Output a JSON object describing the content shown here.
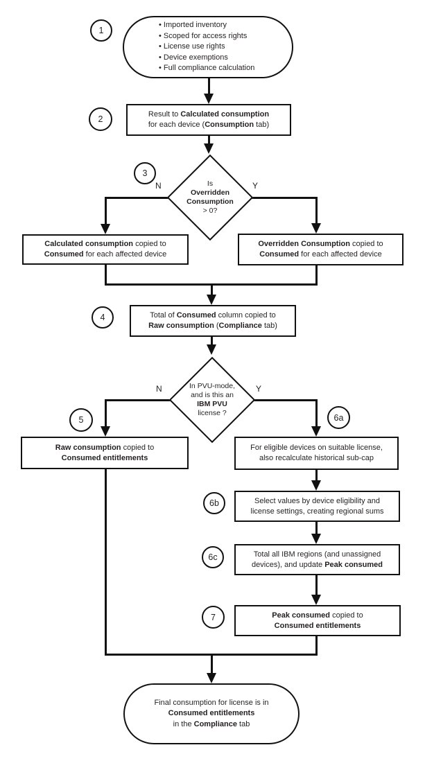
{
  "colors": {
    "line": "#111111",
    "text": "#231f20",
    "background": "#ffffff"
  },
  "labels": {
    "no": "N",
    "yes": "Y"
  },
  "nodes": {
    "start": {
      "step": "1",
      "lines": [
        [
          {
            "t": "• Imported inventory",
            "b": 0
          }
        ],
        [
          {
            "t": "• Scoped for access rights",
            "b": 0
          }
        ],
        [
          {
            "t": "• License use rights",
            "b": 0
          }
        ],
        [
          {
            "t": "• Device exemptions",
            "b": 0
          }
        ],
        [
          {
            "t": "• Full compliance calculation",
            "b": 0
          }
        ]
      ]
    },
    "result": {
      "step": "2",
      "lines": [
        [
          {
            "t": "Result to ",
            "b": 0
          },
          {
            "t": "Calculated consumption",
            "b": 1
          }
        ],
        [
          {
            "t": "for each device (",
            "b": 0
          },
          {
            "t": "Consumption",
            "b": 1
          },
          {
            "t": " tab)",
            "b": 0
          }
        ]
      ]
    },
    "decision1": {
      "step": "3",
      "lines": [
        [
          {
            "t": "Is",
            "b": 0
          }
        ],
        [
          {
            "t": "Overridden",
            "b": 1
          }
        ],
        [
          {
            "t": "Consumption",
            "b": 1
          }
        ],
        [
          {
            "t": "> 0?",
            "b": 0
          }
        ]
      ]
    },
    "calcCopied": {
      "lines": [
        [
          {
            "t": "Calculated consumption",
            "b": 1
          },
          {
            "t": " copied to",
            "b": 0
          }
        ],
        [
          {
            "t": "Consumed",
            "b": 1
          },
          {
            "t": " for each affected device",
            "b": 0
          }
        ]
      ]
    },
    "overriddenCopied": {
      "lines": [
        [
          {
            "t": "Overridden Consumption",
            "b": 1
          },
          {
            "t": " copied to",
            "b": 0
          }
        ],
        [
          {
            "t": "Consumed",
            "b": 1
          },
          {
            "t": " for each affected device",
            "b": 0
          }
        ]
      ]
    },
    "rawTotal": {
      "step": "4",
      "lines": [
        [
          {
            "t": "Total of ",
            "b": 0
          },
          {
            "t": "Consumed",
            "b": 1
          },
          {
            "t": " column copied to",
            "b": 0
          }
        ],
        [
          {
            "t": "Raw consumption",
            "b": 1
          },
          {
            "t": " (",
            "b": 0
          },
          {
            "t": "Compliance",
            "b": 1
          },
          {
            "t": " tab)",
            "b": 0
          }
        ]
      ]
    },
    "decision2": {
      "lines": [
        [
          {
            "t": "In PVU-mode,",
            "b": 0
          }
        ],
        [
          {
            "t": "and is this an",
            "b": 0
          }
        ],
        [
          {
            "t": "IBM PVU",
            "b": 1
          }
        ],
        [
          {
            "t": "license ?",
            "b": 0
          }
        ]
      ]
    },
    "rawCopied": {
      "step": "5",
      "lines": [
        [
          {
            "t": "Raw consumption",
            "b": 1
          },
          {
            "t": " copied to",
            "b": 0
          }
        ],
        [
          {
            "t": "Consumed entitlements",
            "b": 1
          }
        ]
      ]
    },
    "recalc": {
      "step": "6a",
      "lines": [
        [
          {
            "t": "For eligible devices on suitable license,",
            "b": 0
          }
        ],
        [
          {
            "t": "also recalculate historical sub-cap",
            "b": 0
          }
        ]
      ]
    },
    "selectValues": {
      "step": "6b",
      "lines": [
        [
          {
            "t": "Select values by device eligibility and",
            "b": 0
          }
        ],
        [
          {
            "t": "license settings, creating regional sums",
            "b": 0
          }
        ]
      ]
    },
    "totalRegions": {
      "step": "6c",
      "lines": [
        [
          {
            "t": "Total all IBM regions (and unassigned",
            "b": 0
          }
        ],
        [
          {
            "t": "devices), and update ",
            "b": 0
          },
          {
            "t": "Peak consumed",
            "b": 1
          }
        ]
      ]
    },
    "peakCopied": {
      "step": "7",
      "lines": [
        [
          {
            "t": "Peak consumed",
            "b": 1
          },
          {
            "t": " copied to",
            "b": 0
          }
        ],
        [
          {
            "t": "Consumed entitlements",
            "b": 1
          }
        ]
      ]
    },
    "final": {
      "lines": [
        [
          {
            "t": "Final consumption for license is in",
            "b": 0
          }
        ],
        [
          {
            "t": "Consumed entitlements",
            "b": 1
          }
        ],
        [
          {
            "t": "in the ",
            "b": 0
          },
          {
            "t": "Compliance",
            "b": 1
          },
          {
            "t": " tab",
            "b": 0
          }
        ]
      ]
    }
  }
}
